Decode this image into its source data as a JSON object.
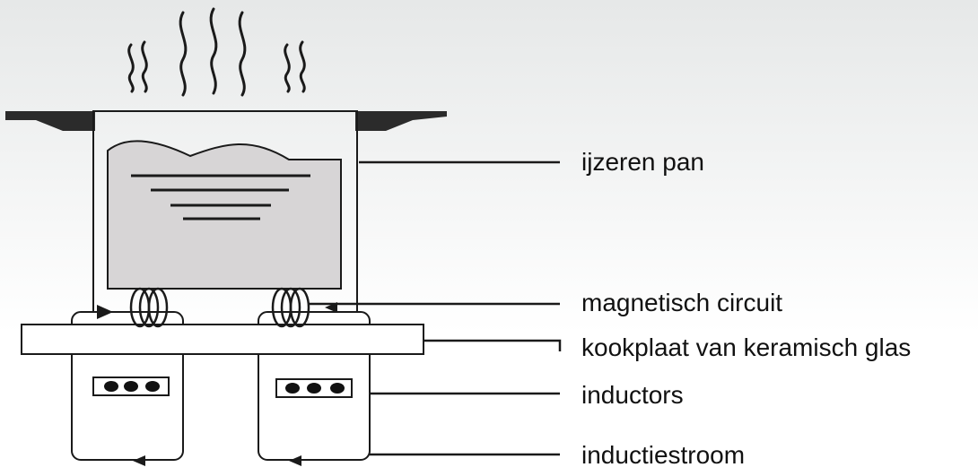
{
  "labels": {
    "pan": "ijzeren pan",
    "magnetic": "magnetisch circuit",
    "glass": "kookplaat van keramisch glas",
    "inductors": "inductors",
    "current": "inductiestroom"
  },
  "colors": {
    "stroke": "#1a1a1a",
    "liquid": "#d7d5d6",
    "pan_rim": "#2b2b2b",
    "fill": "#ffffff"
  }
}
